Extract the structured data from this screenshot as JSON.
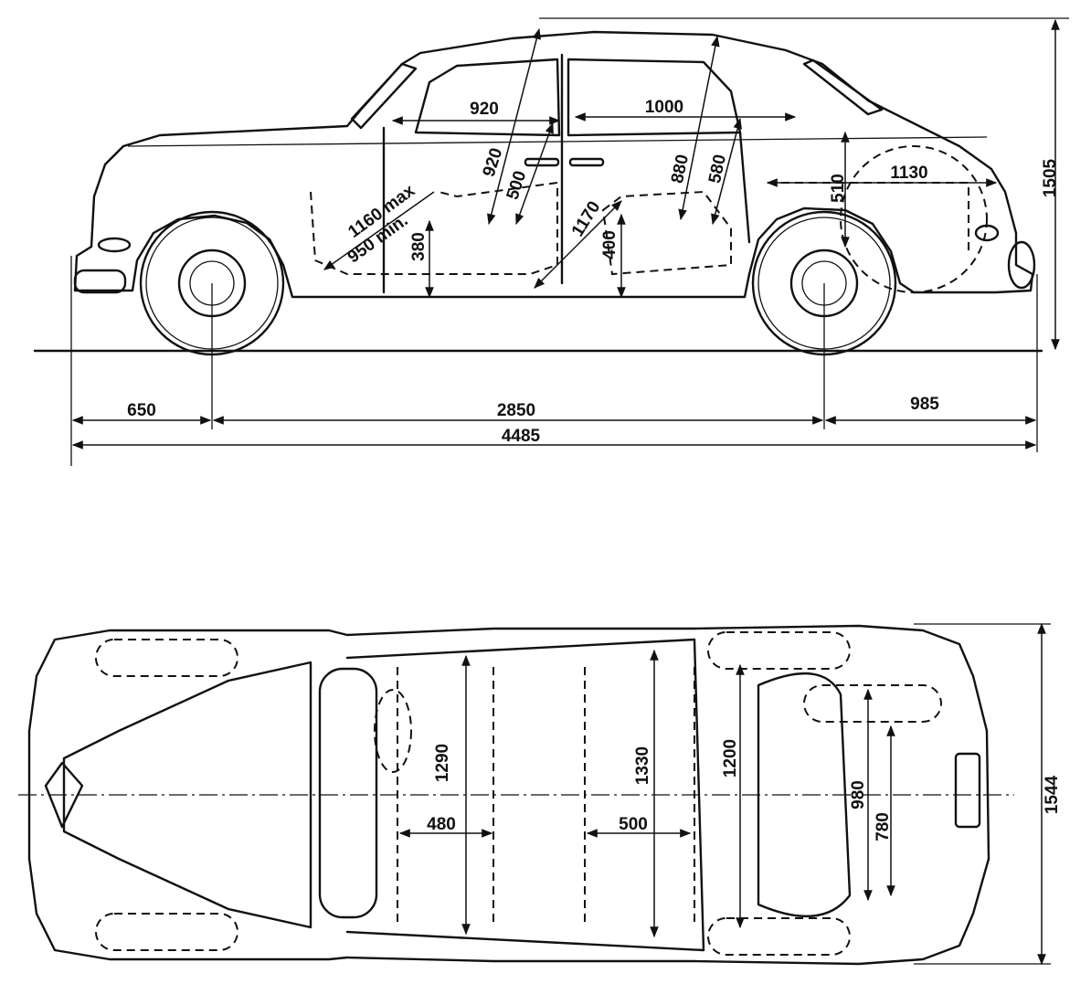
{
  "side_view": {
    "labels": {
      "front_overhang": "650",
      "wheelbase": "2850",
      "rear_overhang": "985",
      "overall_length": "4485",
      "overall_height": "1505",
      "front_legroom": "920",
      "rear_legroom": "1000",
      "front_headroom": "920",
      "front_seat_cushion": "500",
      "rear_headroom": "880",
      "rear_seat_back": "580",
      "trunk_length": "1130",
      "trunk_height": "510",
      "pedal_max": "1160 max",
      "pedal_min": "950 min.",
      "front_seat_height": "380",
      "rear_seat_diag": "1170",
      "rear_seat_height": "400"
    }
  },
  "top_view": {
    "labels": {
      "front_interior_width": "1290",
      "front_seat_width": "480",
      "rear_seat_width": "500",
      "rear_interior_width": "1330",
      "rear_shoulder_width": "1200",
      "trunk_width": "980",
      "trunk_inner_width": "780",
      "overall_width": "1544"
    }
  }
}
